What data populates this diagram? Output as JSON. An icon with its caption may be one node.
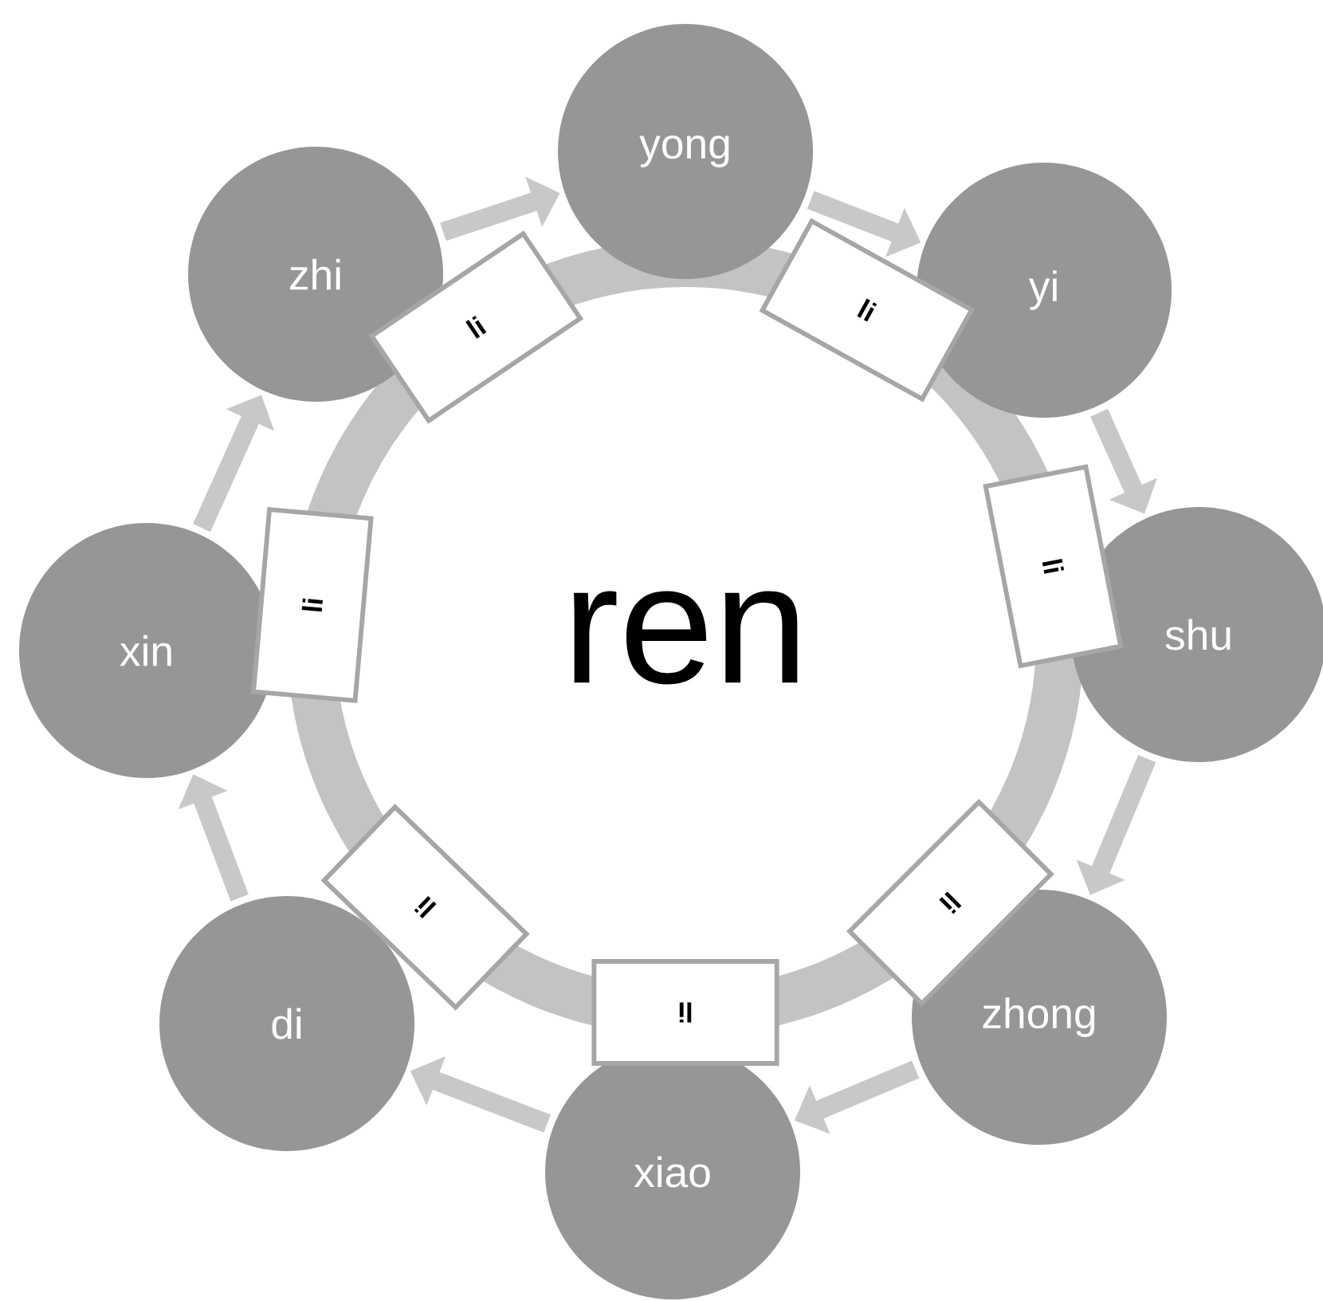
{
  "diagram": {
    "nodes": [
      {
        "text": [
          "ren"
        ]
      },
      {
        "text": [
          "yong"
        ]
      },
      {
        "text": [
          "yi"
        ]
      },
      {
        "text": [
          "shu"
        ]
      },
      {
        "text": [
          "zhong"
        ]
      },
      {
        "text": [
          "xiao"
        ]
      },
      {
        "text": [
          "di"
        ]
      },
      {
        "text": [
          "xin"
        ]
      },
      {
        "text": [
          "zhi"
        ]
      },
      {
        "text": [
          "li"
        ]
      },
      {
        "text": [
          "li"
        ]
      },
      {
        "text": [
          "li"
        ]
      },
      {
        "text": [
          "li"
        ]
      },
      {
        "text": [
          "li"
        ]
      },
      {
        "text": [
          "li"
        ]
      },
      {
        "text": [
          "li"
        ]
      }
    ],
    "edges": [
      {
        "from": 8,
        "to": 1,
        "arrow": "to"
      },
      {
        "from": 1,
        "to": 2,
        "arrow": "to"
      },
      {
        "from": 2,
        "to": 3,
        "arrow": "to"
      },
      {
        "from": 3,
        "to": 4,
        "arrow": "to"
      },
      {
        "from": 4,
        "to": 5,
        "arrow": "to"
      },
      {
        "from": 5,
        "to": 6,
        "arrow": "to"
      },
      {
        "from": 6,
        "to": 7,
        "arrow": "to"
      },
      {
        "from": 7,
        "to": 8,
        "arrow": "to"
      }
    ]
  }
}
